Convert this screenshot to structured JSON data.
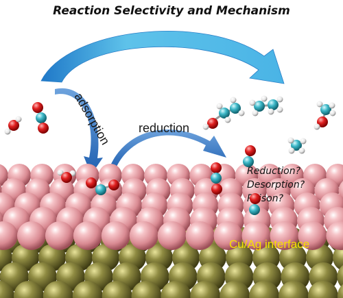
{
  "title": "Reaction Selectivity and Mechanism",
  "labels": {
    "adsorption": "adsorption",
    "reduction": "reduction",
    "interface": "Cu/Ag interface"
  },
  "questions": [
    "Reduction?",
    "Desorption?",
    "Poison?"
  ],
  "colors": {
    "arrow_light": "#5bbfe6",
    "arrow_dark": "#1f6fc0",
    "copper": "#e8a3a8",
    "silver_gold": "#7d7a37",
    "oxygen": "#dd1c1c",
    "carbon": "#3fb8c8",
    "hydrogen": "#f2f2f2",
    "interface_text": "#f5e000"
  }
}
